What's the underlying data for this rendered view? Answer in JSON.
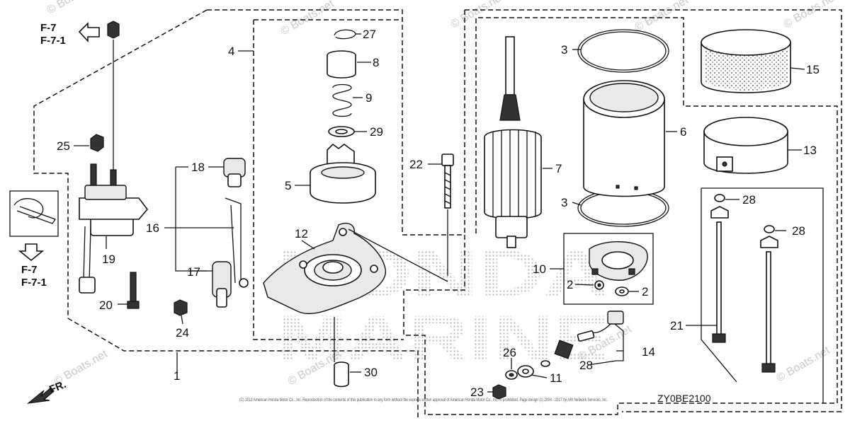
{
  "diagram": {
    "code": "ZY0BE2100",
    "copyright": "(C) 2013 American Honda Motor Co., Inc. Reproduction of the contents of this publication in any form without the express written approval of American Honda Motor Co., Inc. is prohibited. Page design (c) 2004 - 2017 by ARI Network Services, Inc.",
    "front_label": "FR.",
    "watermark": "© Boats.net",
    "background_mark": {
      "line1": "HONDA",
      "line2": "MARINE"
    }
  },
  "references": {
    "top": {
      "line1": "F-7",
      "line2": "F-7-1"
    },
    "bottom": {
      "line1": "F-7",
      "line2": "F-7-1"
    }
  },
  "callouts": {
    "c1": "1",
    "c2a": "2",
    "c2b": "2",
    "c3a": "3",
    "c3b": "3",
    "c4": "4",
    "c5": "5",
    "c6": "6",
    "c7": "7",
    "c8": "8",
    "c9": "9",
    "c10": "10",
    "c11": "11",
    "c12": "12",
    "c13": "13",
    "c14": "14",
    "c15": "15",
    "c16": "16",
    "c17": "17",
    "c18": "18",
    "c19": "19",
    "c20": "20",
    "c21": "21",
    "c22": "22",
    "c23": "23",
    "c24": "24",
    "c25": "25",
    "c26": "26",
    "c27": "27",
    "c28a": "28",
    "c28b": "28",
    "c28c": "28",
    "c29": "29",
    "c30": "30"
  }
}
